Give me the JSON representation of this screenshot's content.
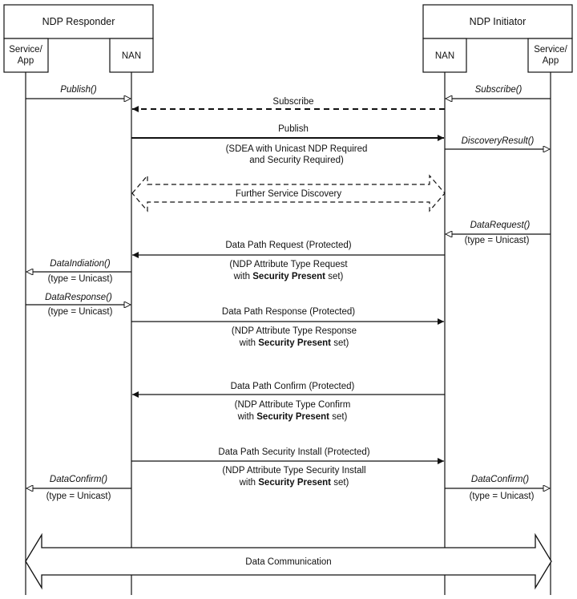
{
  "responder": {
    "title": "NDP Responder",
    "service_line1": "Service/",
    "service_line2": "App",
    "nan": "NAN"
  },
  "initiator": {
    "title": "NDP Initiator",
    "service_line1": "Service/",
    "service_line2": "App",
    "nan": "NAN"
  },
  "messages": {
    "publish_call": "Publish()",
    "subscribe_call": "Subscribe()",
    "subscribe": "Subscribe",
    "publish": "Publish",
    "publish_note1": "(SDEA with Unicast NDP Required",
    "publish_note2": "and Security Required)",
    "discovery_result": "DiscoveryResult()",
    "further_discovery": "Further Service Discovery",
    "data_request": "DataRequest()",
    "data_request_type": "(type = Unicast)",
    "dp_request": "Data Path Request (Protected)",
    "dp_request_note1": "(NDP Attribute Type Request",
    "dp_request_note2_pre": "with ",
    "dp_request_note2_bold": "Security Present",
    "dp_request_note2_post": " set)",
    "data_indication": "DataIndiation()",
    "data_indication_type": "(type = Unicast)",
    "data_response": "DataResponse()",
    "data_response_type": "(type = Unicast)",
    "dp_response": "Data Path Response (Protected)",
    "dp_response_note1": "(NDP Attribute Type Response",
    "dp_response_note2_pre": "with ",
    "dp_response_note2_bold": "Security Present",
    "dp_response_note2_post": " set)",
    "dp_confirm": "Data Path Confirm (Protected)",
    "dp_confirm_note1": "(NDP Attribute Type Confirm",
    "dp_confirm_note2_pre": "with ",
    "dp_confirm_note2_bold": "Security Present",
    "dp_confirm_note2_post": " set)",
    "dp_install": "Data Path Security Install (Protected)",
    "dp_install_note1": "(NDP Attribute Type Security Install",
    "dp_install_note2_pre": "with ",
    "dp_install_note2_bold": "Security Present",
    "dp_install_note2_post": " set)",
    "data_confirm_left": "DataConfirm()",
    "data_confirm_left_type": "(type = Unicast)",
    "data_confirm_right": "DataConfirm()",
    "data_confirm_right_type": "(type = Unicast)",
    "data_communication": "Data Communication"
  }
}
